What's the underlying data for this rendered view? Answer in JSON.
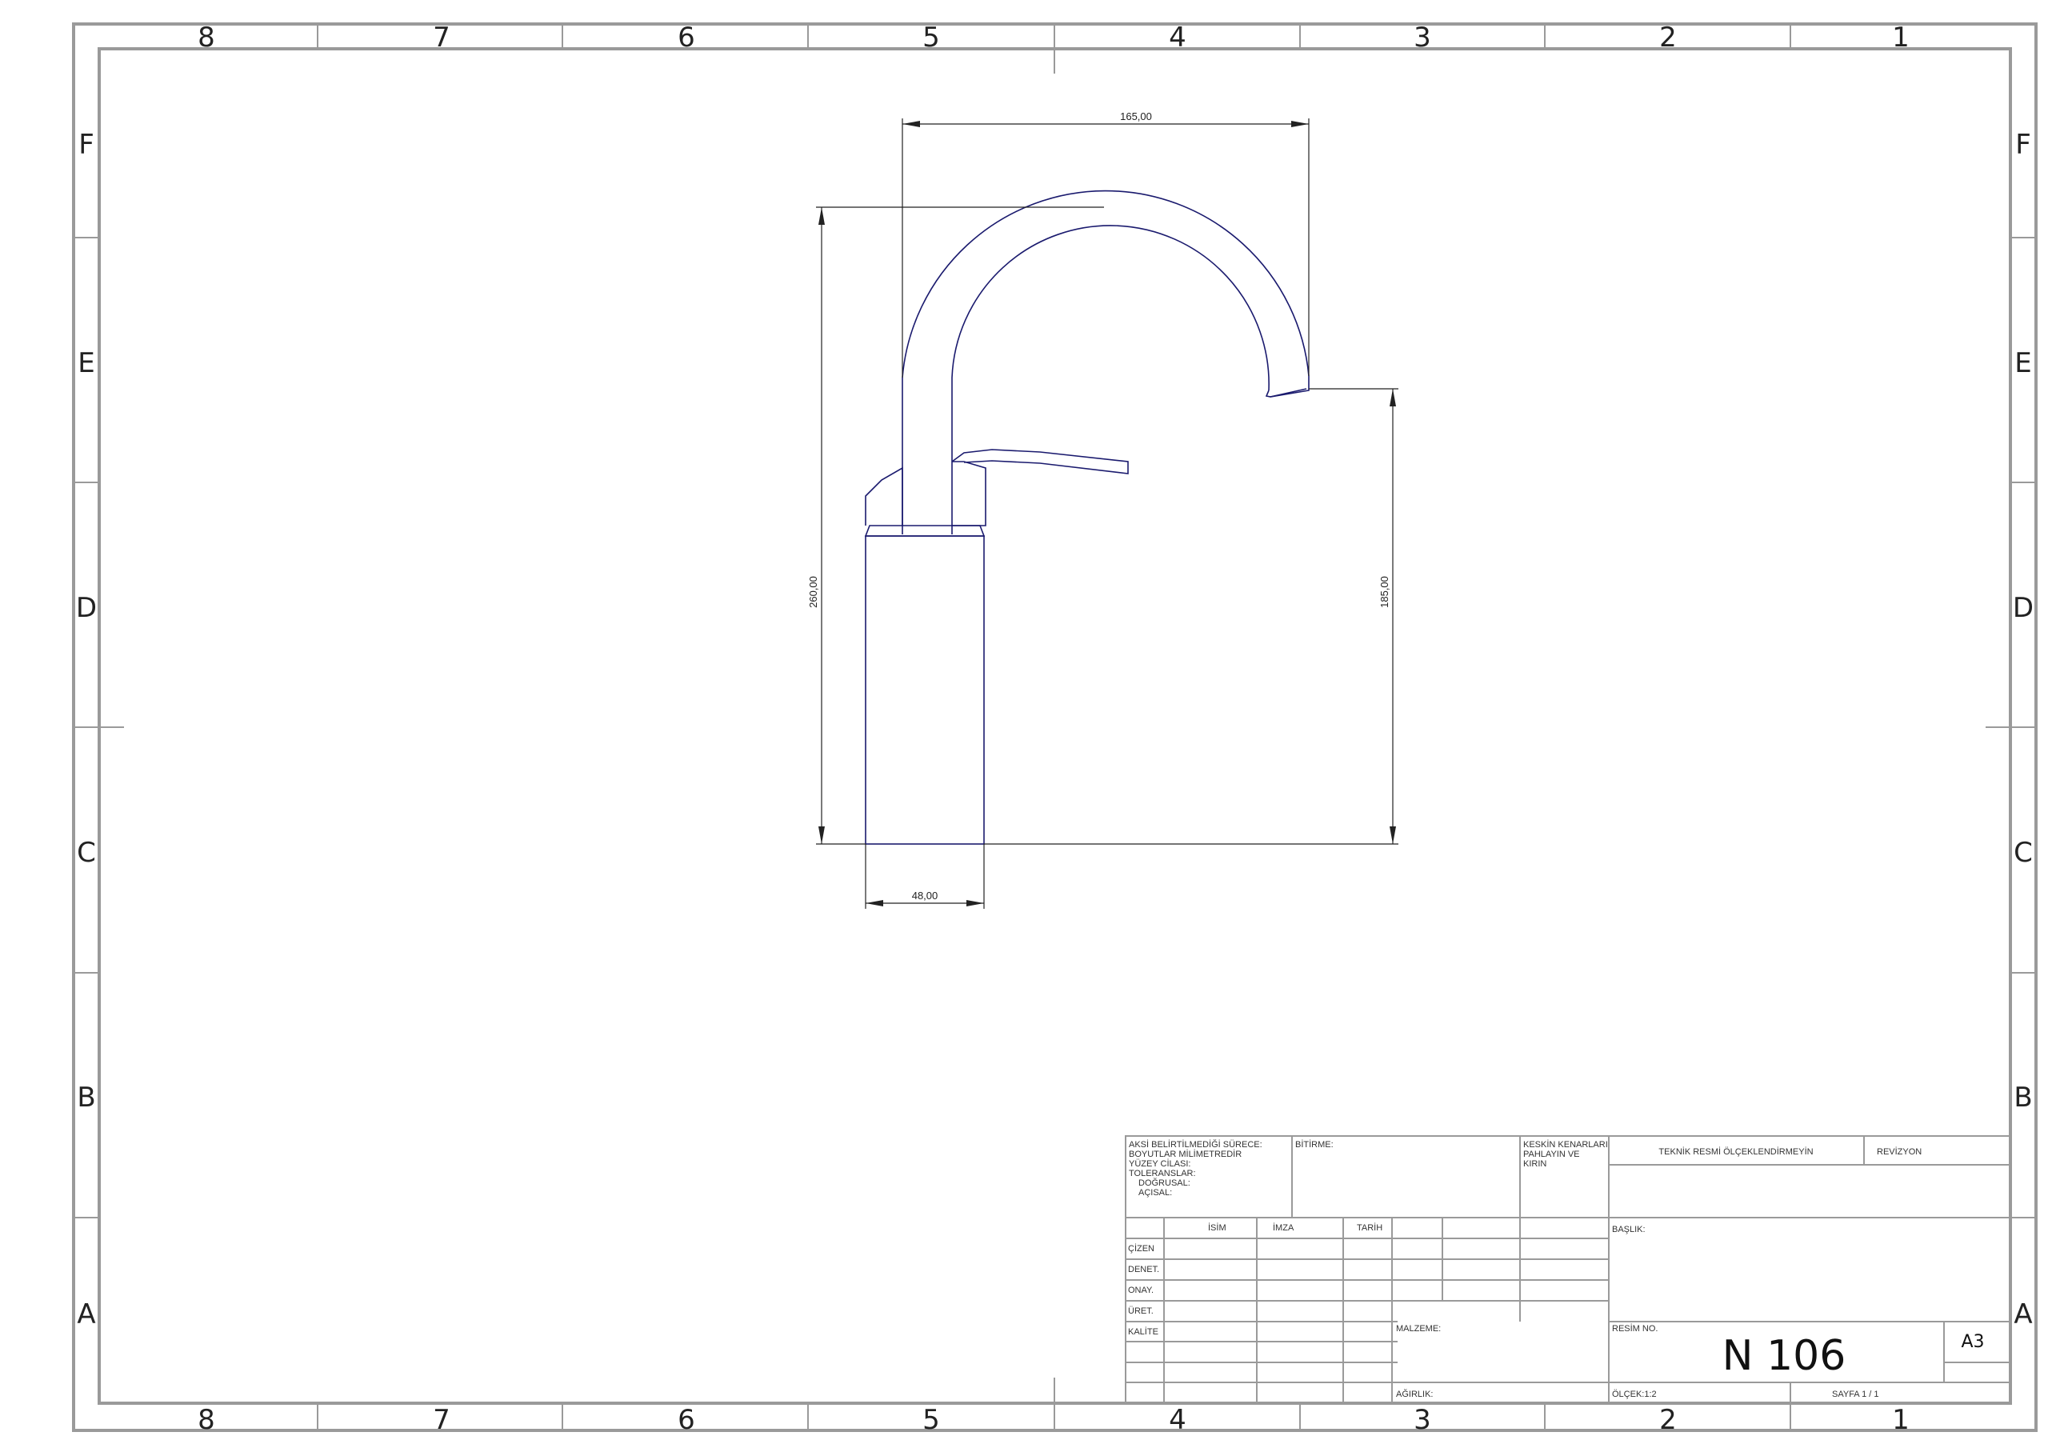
{
  "border": {
    "columns": [
      "8",
      "7",
      "6",
      "5",
      "4",
      "3",
      "2",
      "1"
    ],
    "rows": [
      "F",
      "E",
      "D",
      "C",
      "B",
      "A"
    ]
  },
  "dimensions": {
    "width_top": "165,00",
    "height_total": "260,00",
    "height_spout": "185,00",
    "base_width": "48,00"
  },
  "colors": {
    "part": "#1a1a6e",
    "dim": "#222222",
    "frame": "#9a9a9a"
  },
  "title_block": {
    "notes": [
      "AKSİ BELİRTİLMEDİĞİ SÜRECE:",
      "BOYUTLAR MİLİMETREDİR",
      "YÜZEY CİLASI:",
      "TOLERANSLAR:",
      "DOĞRUSAL:",
      "AÇISAL:"
    ],
    "finish_label": "BİTİRME:",
    "edges_note": [
      "KESKİN KENARLARI",
      "PAHLAYIN VE",
      "KIRIN"
    ],
    "no_scale": "TEKNİK RESMİ ÖLÇEKLENDİRMEYİN",
    "revision": "REVİZYON",
    "col_name": "İSİM",
    "col_sign": "İMZA",
    "col_date": "TARİH",
    "row_labels": [
      "ÇİZEN",
      "DENET.",
      "ONAY.",
      "ÜRET.",
      "KALİTE"
    ],
    "title_label": "BAŞLIK:",
    "material_label": "MALZEME:",
    "drawing_no_label": "RESİM NO.",
    "drawing_no": "N 106",
    "paper_size": "A3",
    "weight_label": "AĞIRLIK:",
    "scale": "ÖLÇEK:1:2",
    "sheet": "SAYFA 1 / 1"
  }
}
